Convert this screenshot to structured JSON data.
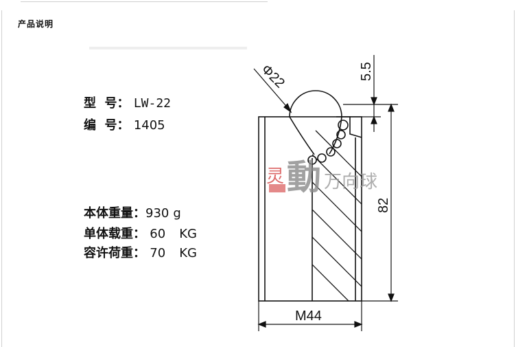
{
  "header": {
    "title": "产品说明"
  },
  "specs": {
    "model_label": "型  号：",
    "model_value": "LW-22",
    "code_label": "编  号：",
    "code_value": "1405",
    "weight_label": "本体重量：",
    "weight_value": "930",
    "weight_unit": "g",
    "load_label": "单体载重：",
    "load_value": "60",
    "load_unit": "KG",
    "allow_label": "容许荷重：",
    "allow_value": "70",
    "allow_unit": "KG"
  },
  "dimensions": {
    "ball_dia": "Φ22",
    "top_offset": "5.5",
    "height": "82",
    "thread": "M44"
  },
  "watermark": {
    "char1": "灵",
    "char2": "動",
    "char3": "万向球"
  },
  "colors": {
    "line": "#111111",
    "watermark_red": "#d23a3a",
    "watermark_gray": "#9a9a9a"
  }
}
